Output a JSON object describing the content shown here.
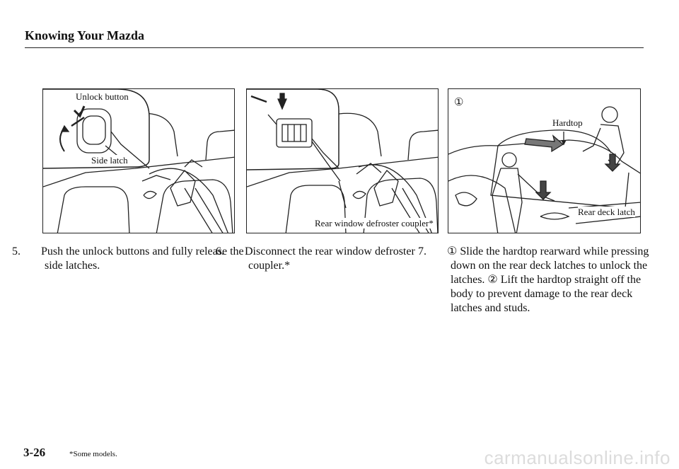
{
  "header": {
    "title": "Knowing Your Mazda"
  },
  "figures": [
    {
      "callouts": [
        "Unlock button",
        "Side latch"
      ]
    },
    {
      "callouts": [
        "Rear window defroster coupler*"
      ]
    },
    {
      "marker": "①",
      "callouts": [
        "Hardtop",
        "Rear deck latch"
      ]
    }
  ],
  "steps": [
    {
      "number": "5.",
      "text": "Push the unlock buttons and fully release the side latches."
    },
    {
      "number": "6.",
      "text": "Disconnect the rear window defroster coupler.*"
    },
    {
      "number": "7.",
      "text": "① Slide the hardtop rearward while pressing down on the rear deck latches to unlock the latches. ② Lift the hardtop straight off the body to prevent damage to the rear deck latches and studs."
    }
  ],
  "footer": {
    "page_number": "3-26",
    "footnote": "*Some models."
  },
  "watermark": "carmanualsonline.info"
}
